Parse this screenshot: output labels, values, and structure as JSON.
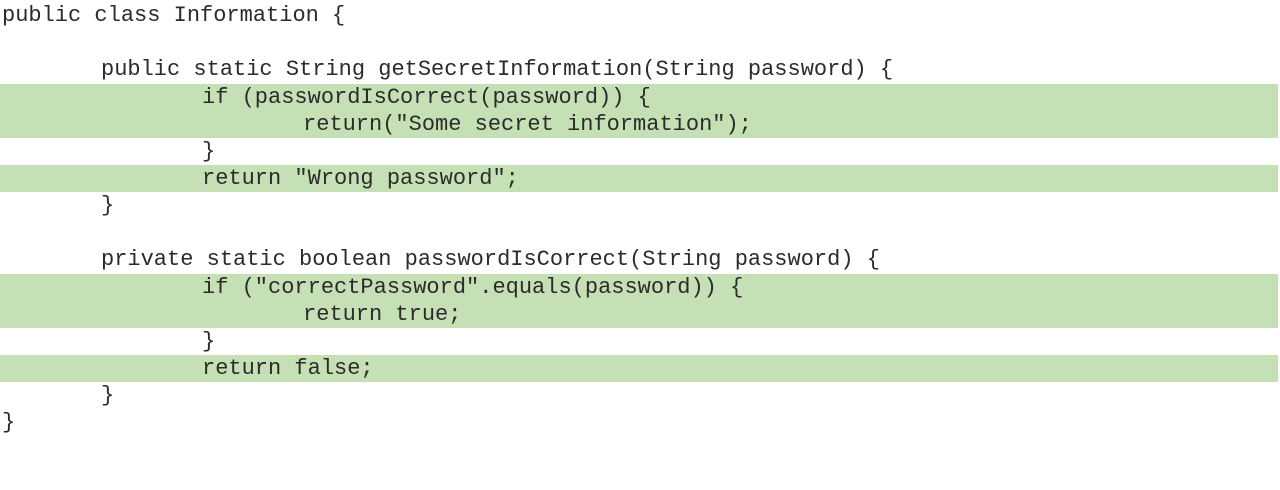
{
  "code": {
    "lines": [
      "public class Information {",
      "",
      "public static String getSecretInformation(String password) {",
      "if (passwordIsCorrect(password)) {",
      "return(\"Some secret information\");",
      "}",
      "return \"Wrong password\";",
      "}",
      "",
      "private static boolean passwordIsCorrect(String password) {",
      "if (\"correctPassword\".equals(password)) {",
      "return true;",
      "}",
      "return false;",
      "}",
      "}"
    ],
    "highlight_color": "#c5e0b4",
    "text_color": "#2b2b2b"
  }
}
